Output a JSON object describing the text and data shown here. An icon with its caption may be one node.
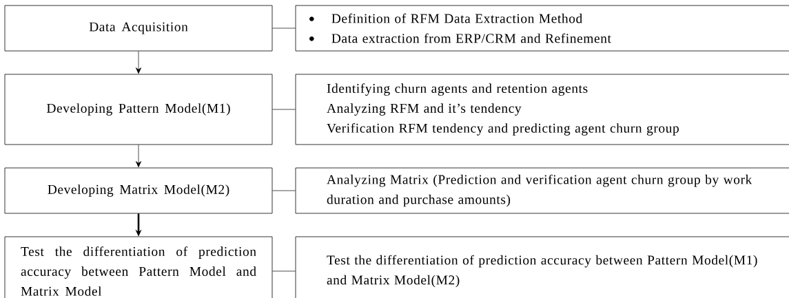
{
  "diagram": {
    "nodes": [
      {
        "text": [
          "Data Acquisition"
        ]
      },
      {
        "text": [
          "Definition of RFM Data Extraction Method",
          "Data extraction from ERP/CRM and Refinement"
        ]
      },
      {
        "text": [
          "Developing Pattern Model(M1)"
        ]
      },
      {
        "text": [
          "Identifying churn agents and retention agents",
          "Analyzing RFM and it’s tendency",
          "Verification RFM tendency and predicting agent churn group"
        ]
      },
      {
        "text": [
          "Developing  Matrix Model(M2)"
        ]
      },
      {
        "text": [
          "Analyzing Matrix (Prediction and verification agent churn group by work duration and purchase amounts)"
        ]
      },
      {
        "text": [
          "Test the differentiation of prediction accuracy between Pattern Model and Matrix Model"
        ]
      },
      {
        "text": [
          "Test the differentiation of prediction accuracy between Pattern Model(M1) and Matrix Model(M2)"
        ]
      }
    ],
    "edges": [
      {
        "from": 0,
        "to": 1,
        "arrow": "none"
      },
      {
        "from": 0,
        "to": 2,
        "arrow": "to"
      },
      {
        "from": 2,
        "to": 3,
        "arrow": "none"
      },
      {
        "from": 2,
        "to": 4,
        "arrow": "to"
      },
      {
        "from": 4,
        "to": 5,
        "arrow": "none"
      },
      {
        "from": 4,
        "to": 6,
        "arrow": "to",
        "style": "thick"
      },
      {
        "from": 6,
        "to": 7,
        "arrow": "none"
      }
    ]
  }
}
